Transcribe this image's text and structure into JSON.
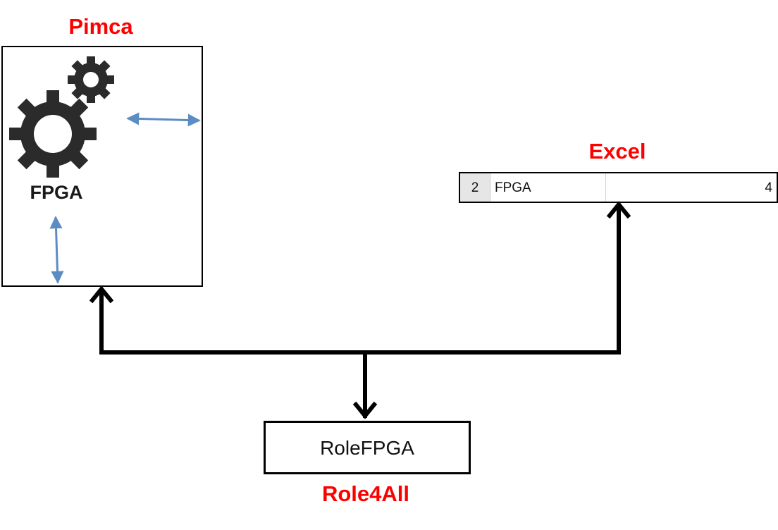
{
  "pimca": {
    "title": "Pimca",
    "component_label": "FPGA",
    "icon": "gears-icon"
  },
  "excel": {
    "title": "Excel",
    "row": {
      "row_number": "2",
      "name": "FPGA",
      "value": "4"
    }
  },
  "role4all": {
    "title": "Role4All",
    "box_label": "RoleFPGA"
  },
  "colors": {
    "title_red": "#ff0000",
    "connector_black": "#000000",
    "inner_arrow_blue": "#5b8cc4",
    "gear_dark": "#2b2b2b"
  }
}
